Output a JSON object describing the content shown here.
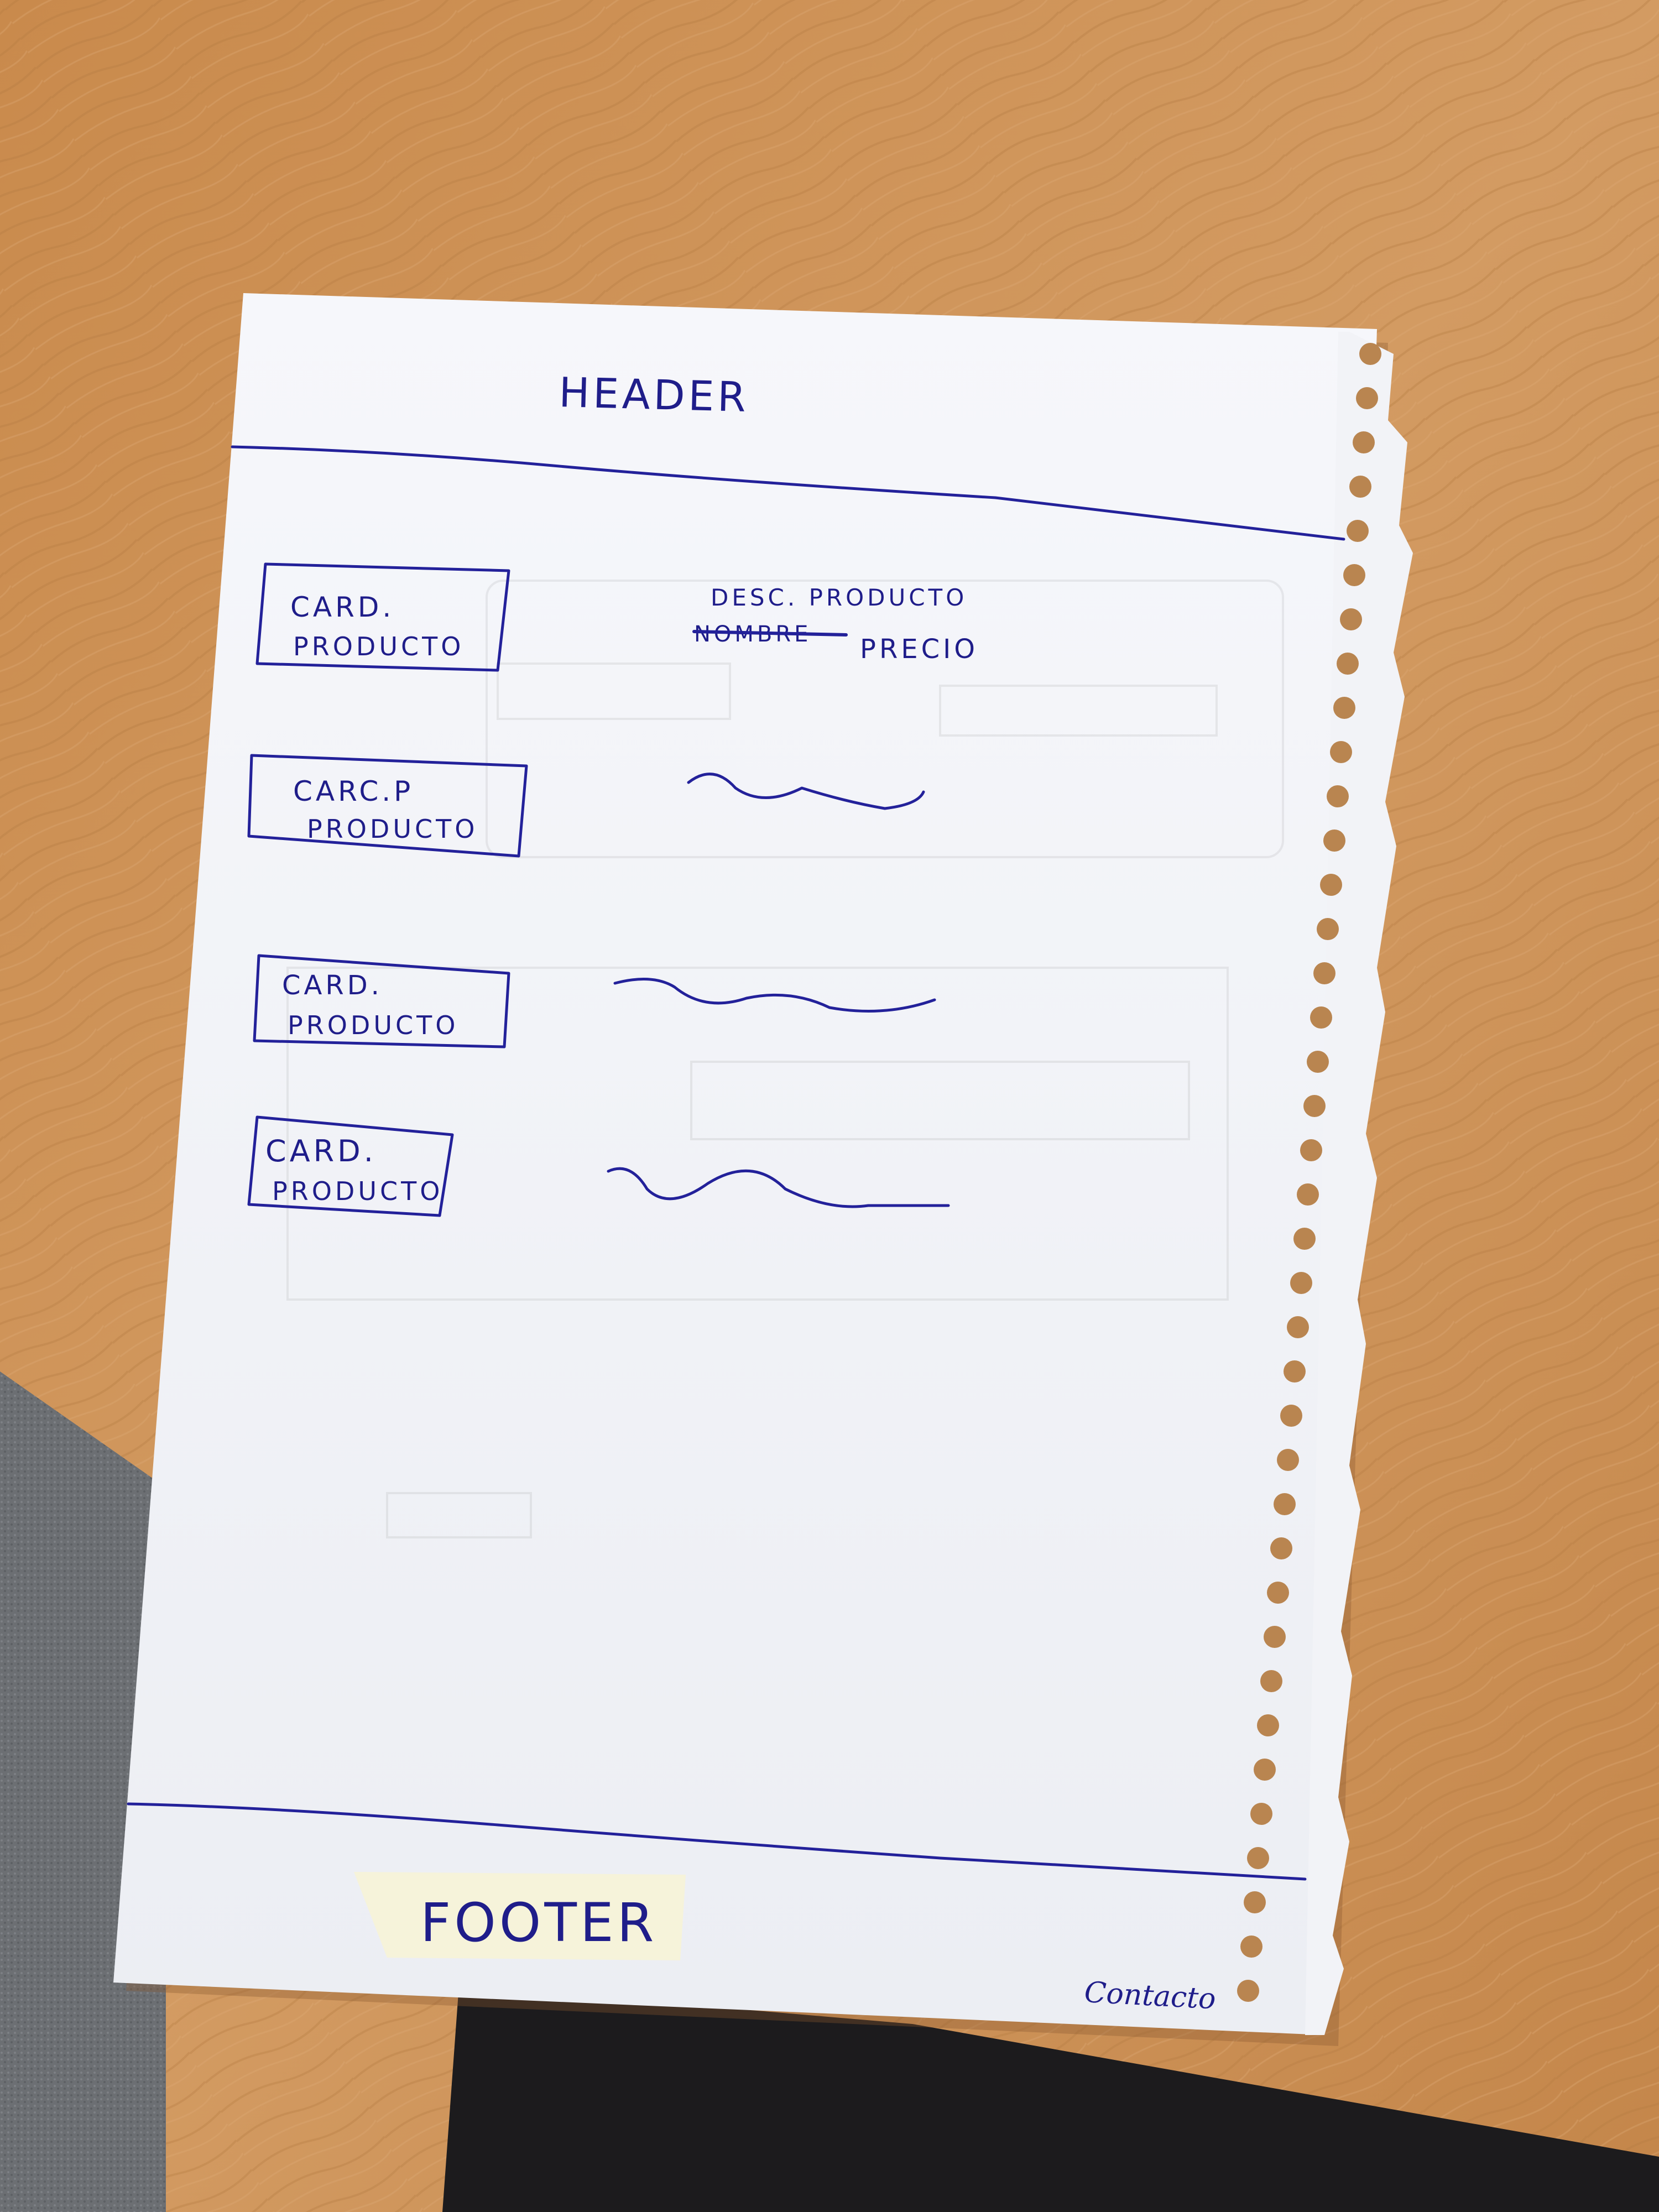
{
  "sketch": {
    "header_label": "HEADER",
    "product_cards": [
      {
        "line1": "CARD.",
        "line2": "PRODUCTO"
      },
      {
        "line1": "CARC.P",
        "line2": "PRODUCTO"
      },
      {
        "line1": "CARD.",
        "line2": "PRODUCTO"
      },
      {
        "line1": "CARD.",
        "line2": "PRODUCTO"
      }
    ],
    "detail": {
      "description": "DESC. PRODUCTO",
      "name_struck": "NOMBRE",
      "price": "PRECIO"
    },
    "footer_label": "FOOTER",
    "contact_label": "Contacto"
  },
  "colors": {
    "desk": "#c98f55",
    "paper": "#f4f6f9",
    "ink": "#23219a",
    "floor": "#6f7276",
    "tape": "#f6f0d6"
  }
}
